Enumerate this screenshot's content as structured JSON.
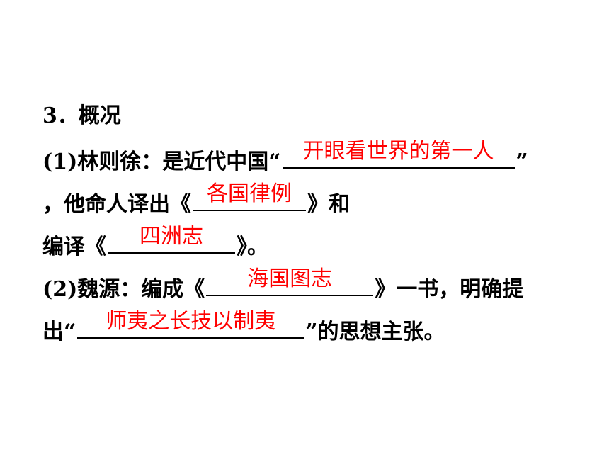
{
  "heading": "3．概况",
  "line1": {
    "prefix": "(1)林则徐：是近代中国“",
    "answer": "开眼看世界的第一人",
    "suffix": "”"
  },
  "line2": {
    "prefix": "，他命人译出《",
    "answer": "各国律例",
    "suffix": "》和"
  },
  "line3": {
    "prefix": "编译《",
    "answer": "四洲志",
    "suffix": "》。"
  },
  "line4": {
    "prefix": "(2)魏源：编成《",
    "answer": "海国图志",
    "suffix": "》一书，明确提"
  },
  "line5": {
    "prefix": "出“",
    "answer": "师夷之长技以制夷",
    "suffix": "”的思想主张。"
  },
  "colors": {
    "text": "#000000",
    "answer": "#ff0000"
  }
}
